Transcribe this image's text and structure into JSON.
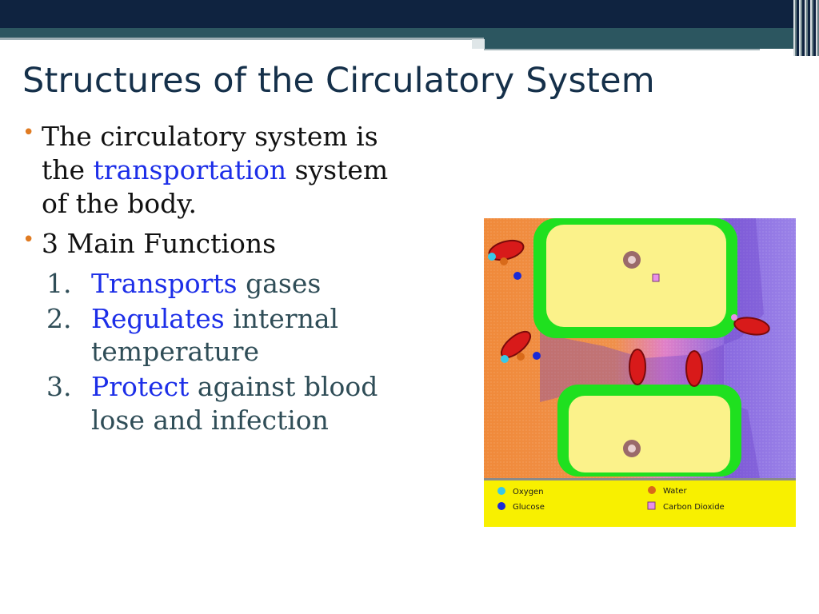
{
  "slide": {
    "title": "Structures of the Circulatory System",
    "bullet1": {
      "line1": "The circulatory system is",
      "line2_pre": "the",
      "keyword": "transportation",
      "line2_post": "system",
      "line3": "of the body."
    },
    "bullet2": {
      "text": "3 Main Functions"
    },
    "functions": [
      {
        "num": "1.",
        "keyword": "Transports",
        "rest": "gases",
        "cont": ""
      },
      {
        "num": "2.",
        "keyword": "Regulates",
        "rest": "internal",
        "cont": "temperature"
      },
      {
        "num": "3.",
        "keyword": "Protect",
        "rest": "against blood",
        "cont": "lose and infection"
      }
    ]
  },
  "figure": {
    "legend": [
      {
        "label": "Oxygen",
        "color": "#38c8e8"
      },
      {
        "label": "Glucose",
        "color": "#1a2ad8"
      },
      {
        "label": "Water",
        "color": "#d86a1a"
      },
      {
        "label": "Carbon Dioxide",
        "color": "#e890e8"
      }
    ]
  },
  "colors": {
    "title": "#15304a",
    "keyword": "#1c2ee8",
    "bullet": "#e07b22",
    "navy": "#0f2340",
    "teal": "#2c5660"
  }
}
